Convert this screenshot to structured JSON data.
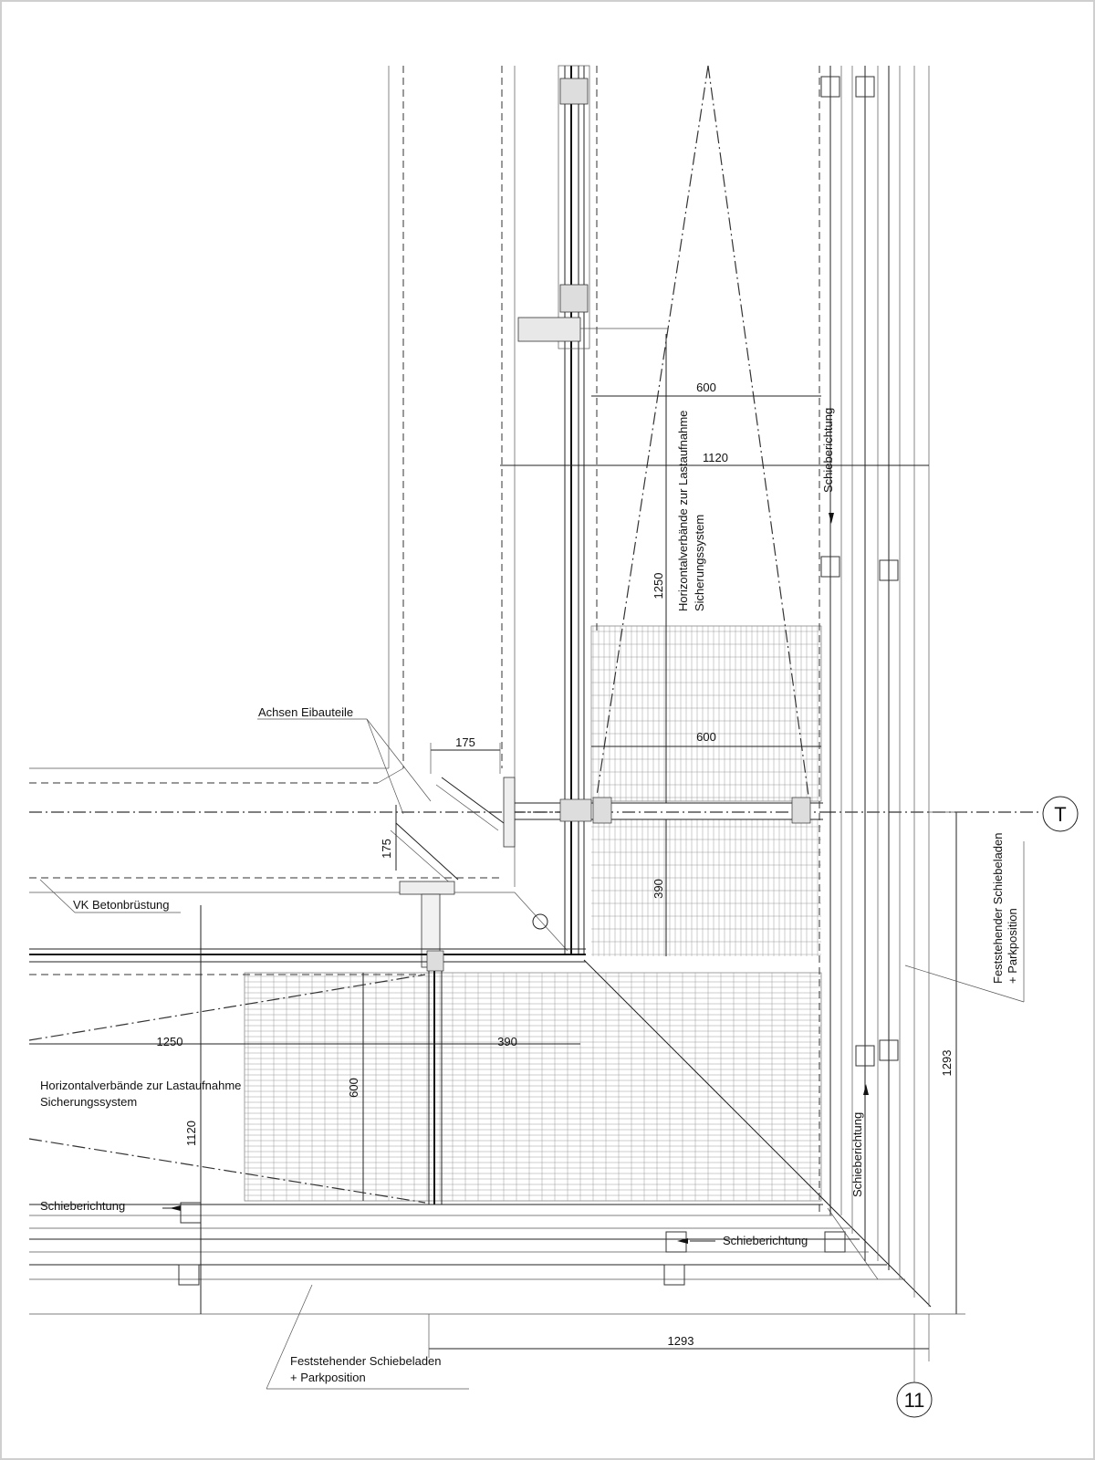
{
  "labels": {
    "achsen": "Achsen Eibauteile",
    "vk": "VK Betonbrüstung",
    "horiz_line1": "Horizontalverbände zur Lastaufnahme",
    "horiz_line2": "Sicherungssystem",
    "schieb_top": "Schieberichtung",
    "schieb_right": "Schieberichtung",
    "schieb_bottom": "Schieberichtung",
    "schieb_left": "Schieberichtung",
    "fest_bottom_1": "Feststehender Schiebeladen",
    "fest_bottom_2": "+ Parkposition",
    "fest_right_1": "Feststehender Schiebeladen",
    "fest_right_2": "+ Parkposition"
  },
  "dimensions": {
    "d600_top": "600",
    "d1120_top": "1120",
    "d1250_top": "1250",
    "d600_grid": "600",
    "d175_h": "175",
    "d175_v": "175",
    "d390_v": "390",
    "d390_h": "390",
    "d1250_left": "1250",
    "d600_left": "600",
    "d1120_left": "1120",
    "d1293_right": "1293",
    "d1293_bottom": "1293"
  },
  "axes": {
    "axis_T": "T",
    "axis_11": "11"
  }
}
